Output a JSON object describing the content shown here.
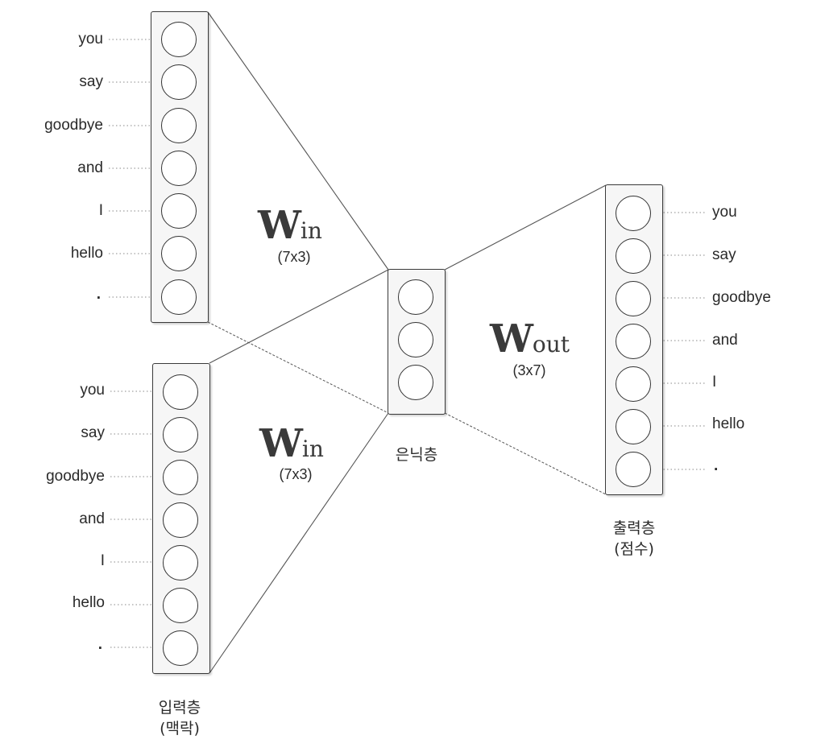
{
  "input_layer_top": {
    "words": [
      "you",
      "say",
      "goodbye",
      "and",
      "I",
      "hello",
      "."
    ]
  },
  "input_layer_bottom": {
    "words": [
      "you",
      "say",
      "goodbye",
      "and",
      "I",
      "hello",
      "."
    ]
  },
  "output_layer": {
    "words": [
      "you",
      "say",
      "goodbye",
      "and",
      "I",
      "hello",
      "."
    ],
    "caption_line1": "출력층",
    "caption_line2": "(점수)"
  },
  "hidden_layer": {
    "caption": "은닉층"
  },
  "input_caption": {
    "line1": "입력층",
    "line2": "(맥락)"
  },
  "weights": {
    "w_in_top": {
      "symbol": "W",
      "sub": "in",
      "dims": "(7x3)"
    },
    "w_in_bottom": {
      "symbol": "W",
      "sub": "in",
      "dims": "(7x3)"
    },
    "w_out": {
      "symbol": "W",
      "sub": "out",
      "dims": "(3x7)"
    }
  }
}
